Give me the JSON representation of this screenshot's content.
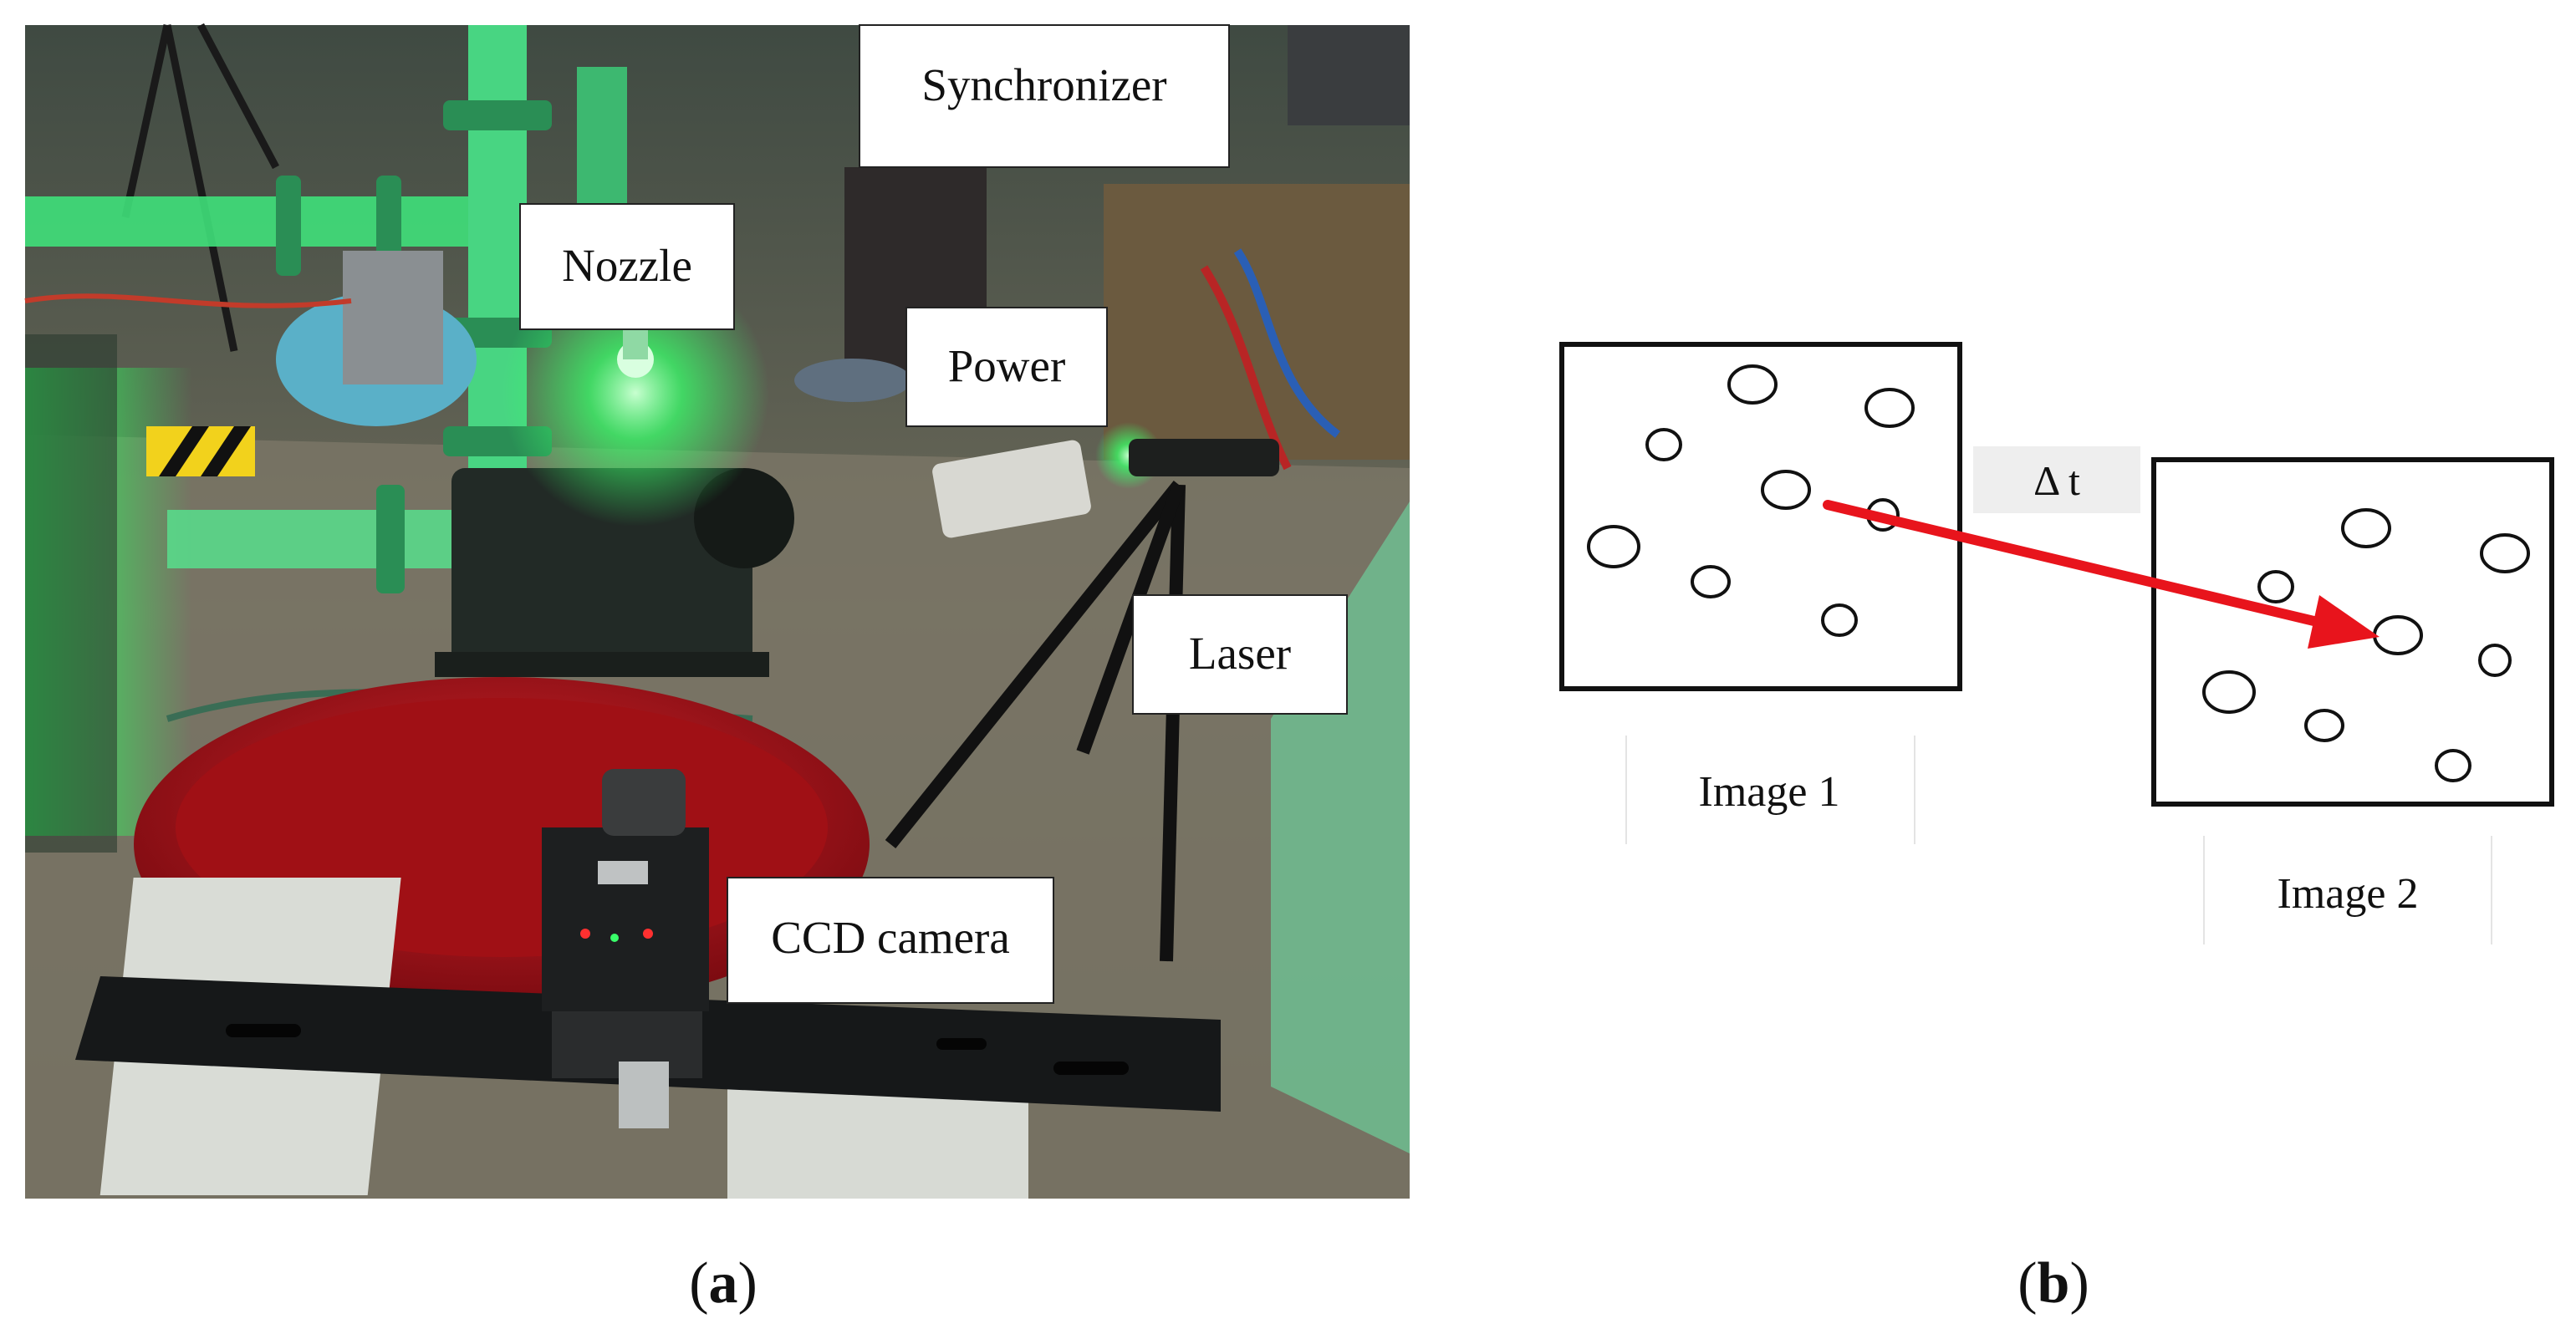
{
  "photo_panel": {
    "labels": {
      "synchronizer": "Synchronizer",
      "nozzle": "Nozzle",
      "power": "Power",
      "laser": "Laser",
      "ccd_camera": "CCD camera"
    },
    "caption": {
      "open": "(",
      "letter": "a",
      "close": ")"
    },
    "colors": {
      "laser_green": "#39ff6a",
      "basin_red": "#b8141c",
      "label_box": "#ffffff"
    }
  },
  "piv_panel": {
    "image1_label": "Image 1",
    "image2_label": "Image 2",
    "delta_t": "Δ t",
    "caption": {
      "open": "(",
      "letter": "b",
      "close": ")"
    },
    "colors": {
      "arrow": "#e8141c",
      "frame": "#111111",
      "delta_bg": "#eeeeee"
    }
  }
}
